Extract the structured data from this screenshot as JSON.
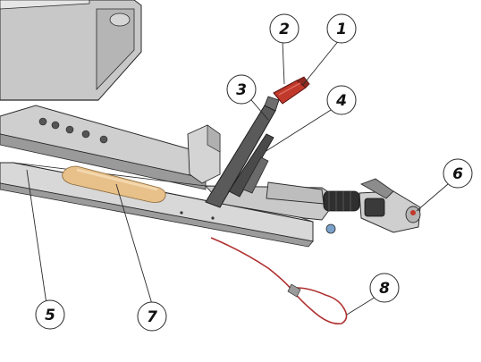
{
  "colors": {
    "background": "#ffffff",
    "metal_light": "#d9d9d9",
    "metal_mid": "#bdbdbd",
    "metal_dark": "#8e8e8e",
    "outline": "#2a2a2a",
    "handle_grip": "#c0392b",
    "cushion": "#e8c08a",
    "cable": "#b03030",
    "coupling_dark": "#3a3a3a"
  },
  "callouts": [
    {
      "id": "1",
      "label": "1",
      "part": "handle-grip"
    },
    {
      "id": "2",
      "label": "2",
      "part": "handle-grip-tip"
    },
    {
      "id": "3",
      "label": "3",
      "part": "hand-brake-lever"
    },
    {
      "id": "4",
      "label": "4",
      "part": "lever-strut"
    },
    {
      "id": "5",
      "label": "5",
      "part": "drawbar"
    },
    {
      "id": "6",
      "label": "6",
      "part": "coupling-head"
    },
    {
      "id": "7",
      "label": "7",
      "part": "drawbar-cover"
    },
    {
      "id": "8",
      "label": "8",
      "part": "breakaway-cable"
    }
  ]
}
